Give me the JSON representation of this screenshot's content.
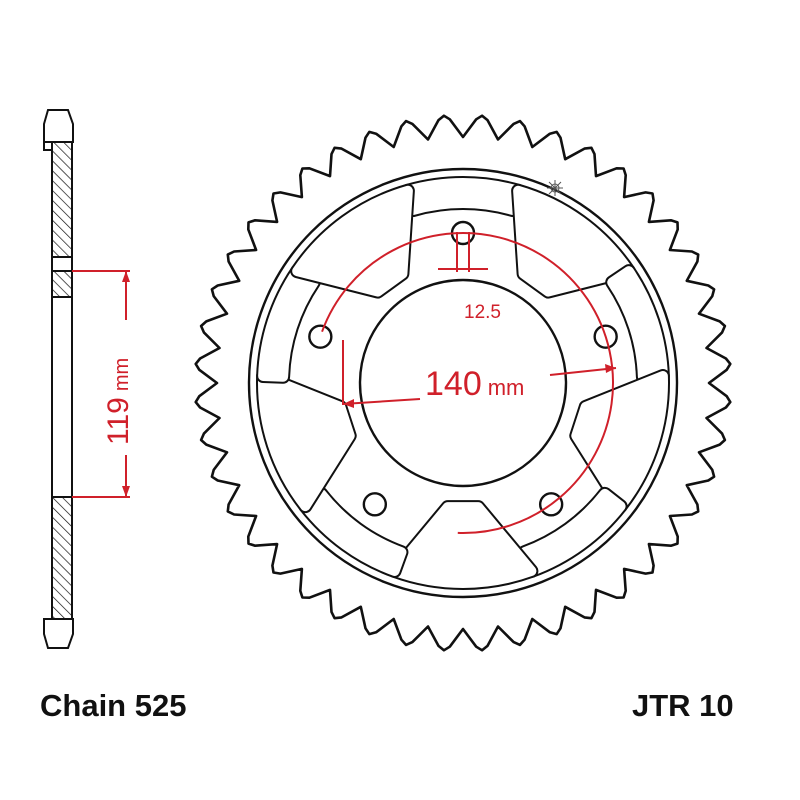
{
  "labels": {
    "chain": "Chain 525",
    "model": "JTR 10"
  },
  "dimensions": {
    "hub_width_value": "119",
    "hub_width_unit": "mm",
    "pcd_value": "140",
    "pcd_unit": "mm",
    "bolt_hole": "12.5"
  },
  "colors": {
    "line": "#111111",
    "dimension": "#d0202a"
  },
  "icons": {
    "logo": "sprocket-logo-icon"
  }
}
